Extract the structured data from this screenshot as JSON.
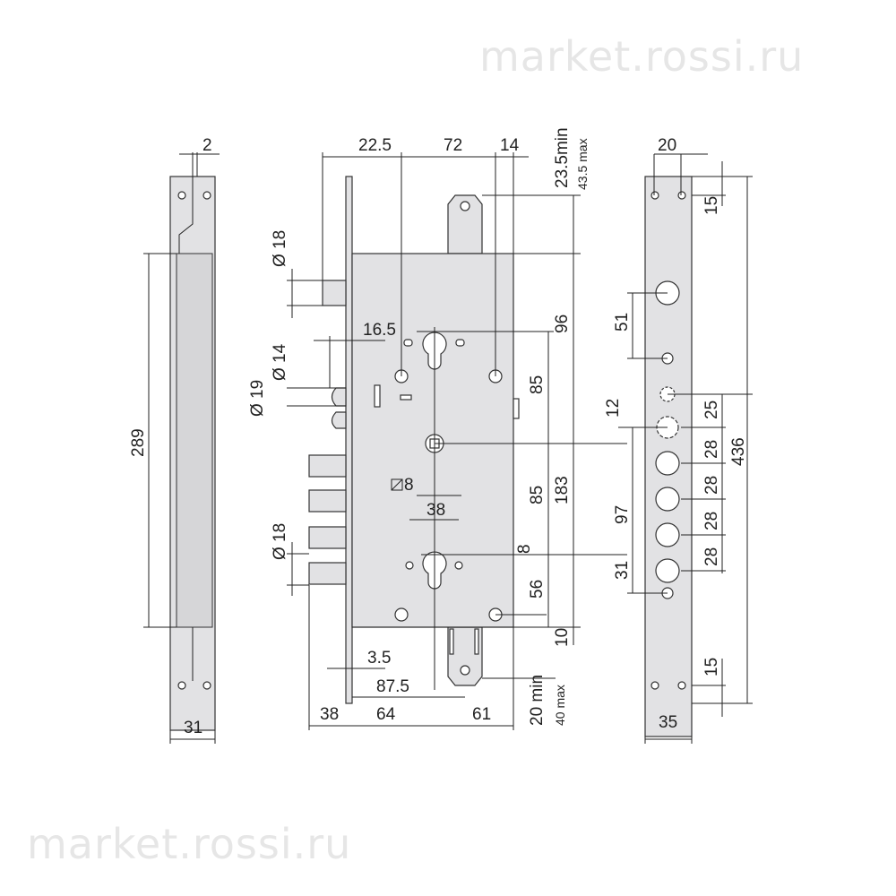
{
  "watermark": {
    "top": "market.rossi.ru",
    "bottom": "market.rossi.ru"
  },
  "side_view": {
    "top": "2",
    "height": "289",
    "width": "31"
  },
  "front_view": {
    "top": [
      "22.5",
      "72",
      "14"
    ],
    "top_right": [
      "23.5min",
      "43.5 max"
    ],
    "diam_deadbolt": "Ø 18",
    "backset_small": "16.5",
    "diam_14": "Ø 14",
    "diam_19": "Ø 19",
    "diam_bolts": "Ø 18",
    "square": "8",
    "center_38": "38",
    "right": [
      "96",
      "85",
      "85",
      "183",
      "8",
      "56",
      "10"
    ],
    "bottom_right": [
      "20 min",
      "40 max"
    ],
    "plate_thickness": "3.5",
    "backset": "87.5",
    "bottom": [
      "38",
      "64",
      "61"
    ]
  },
  "faceplate_view": {
    "top": "20",
    "top_offset": "15",
    "left": [
      "51",
      "12",
      "97",
      "31"
    ],
    "right": [
      "25",
      "28",
      "28",
      "28",
      "28"
    ],
    "total": "436",
    "bottom_offset": "15",
    "width": "35"
  }
}
